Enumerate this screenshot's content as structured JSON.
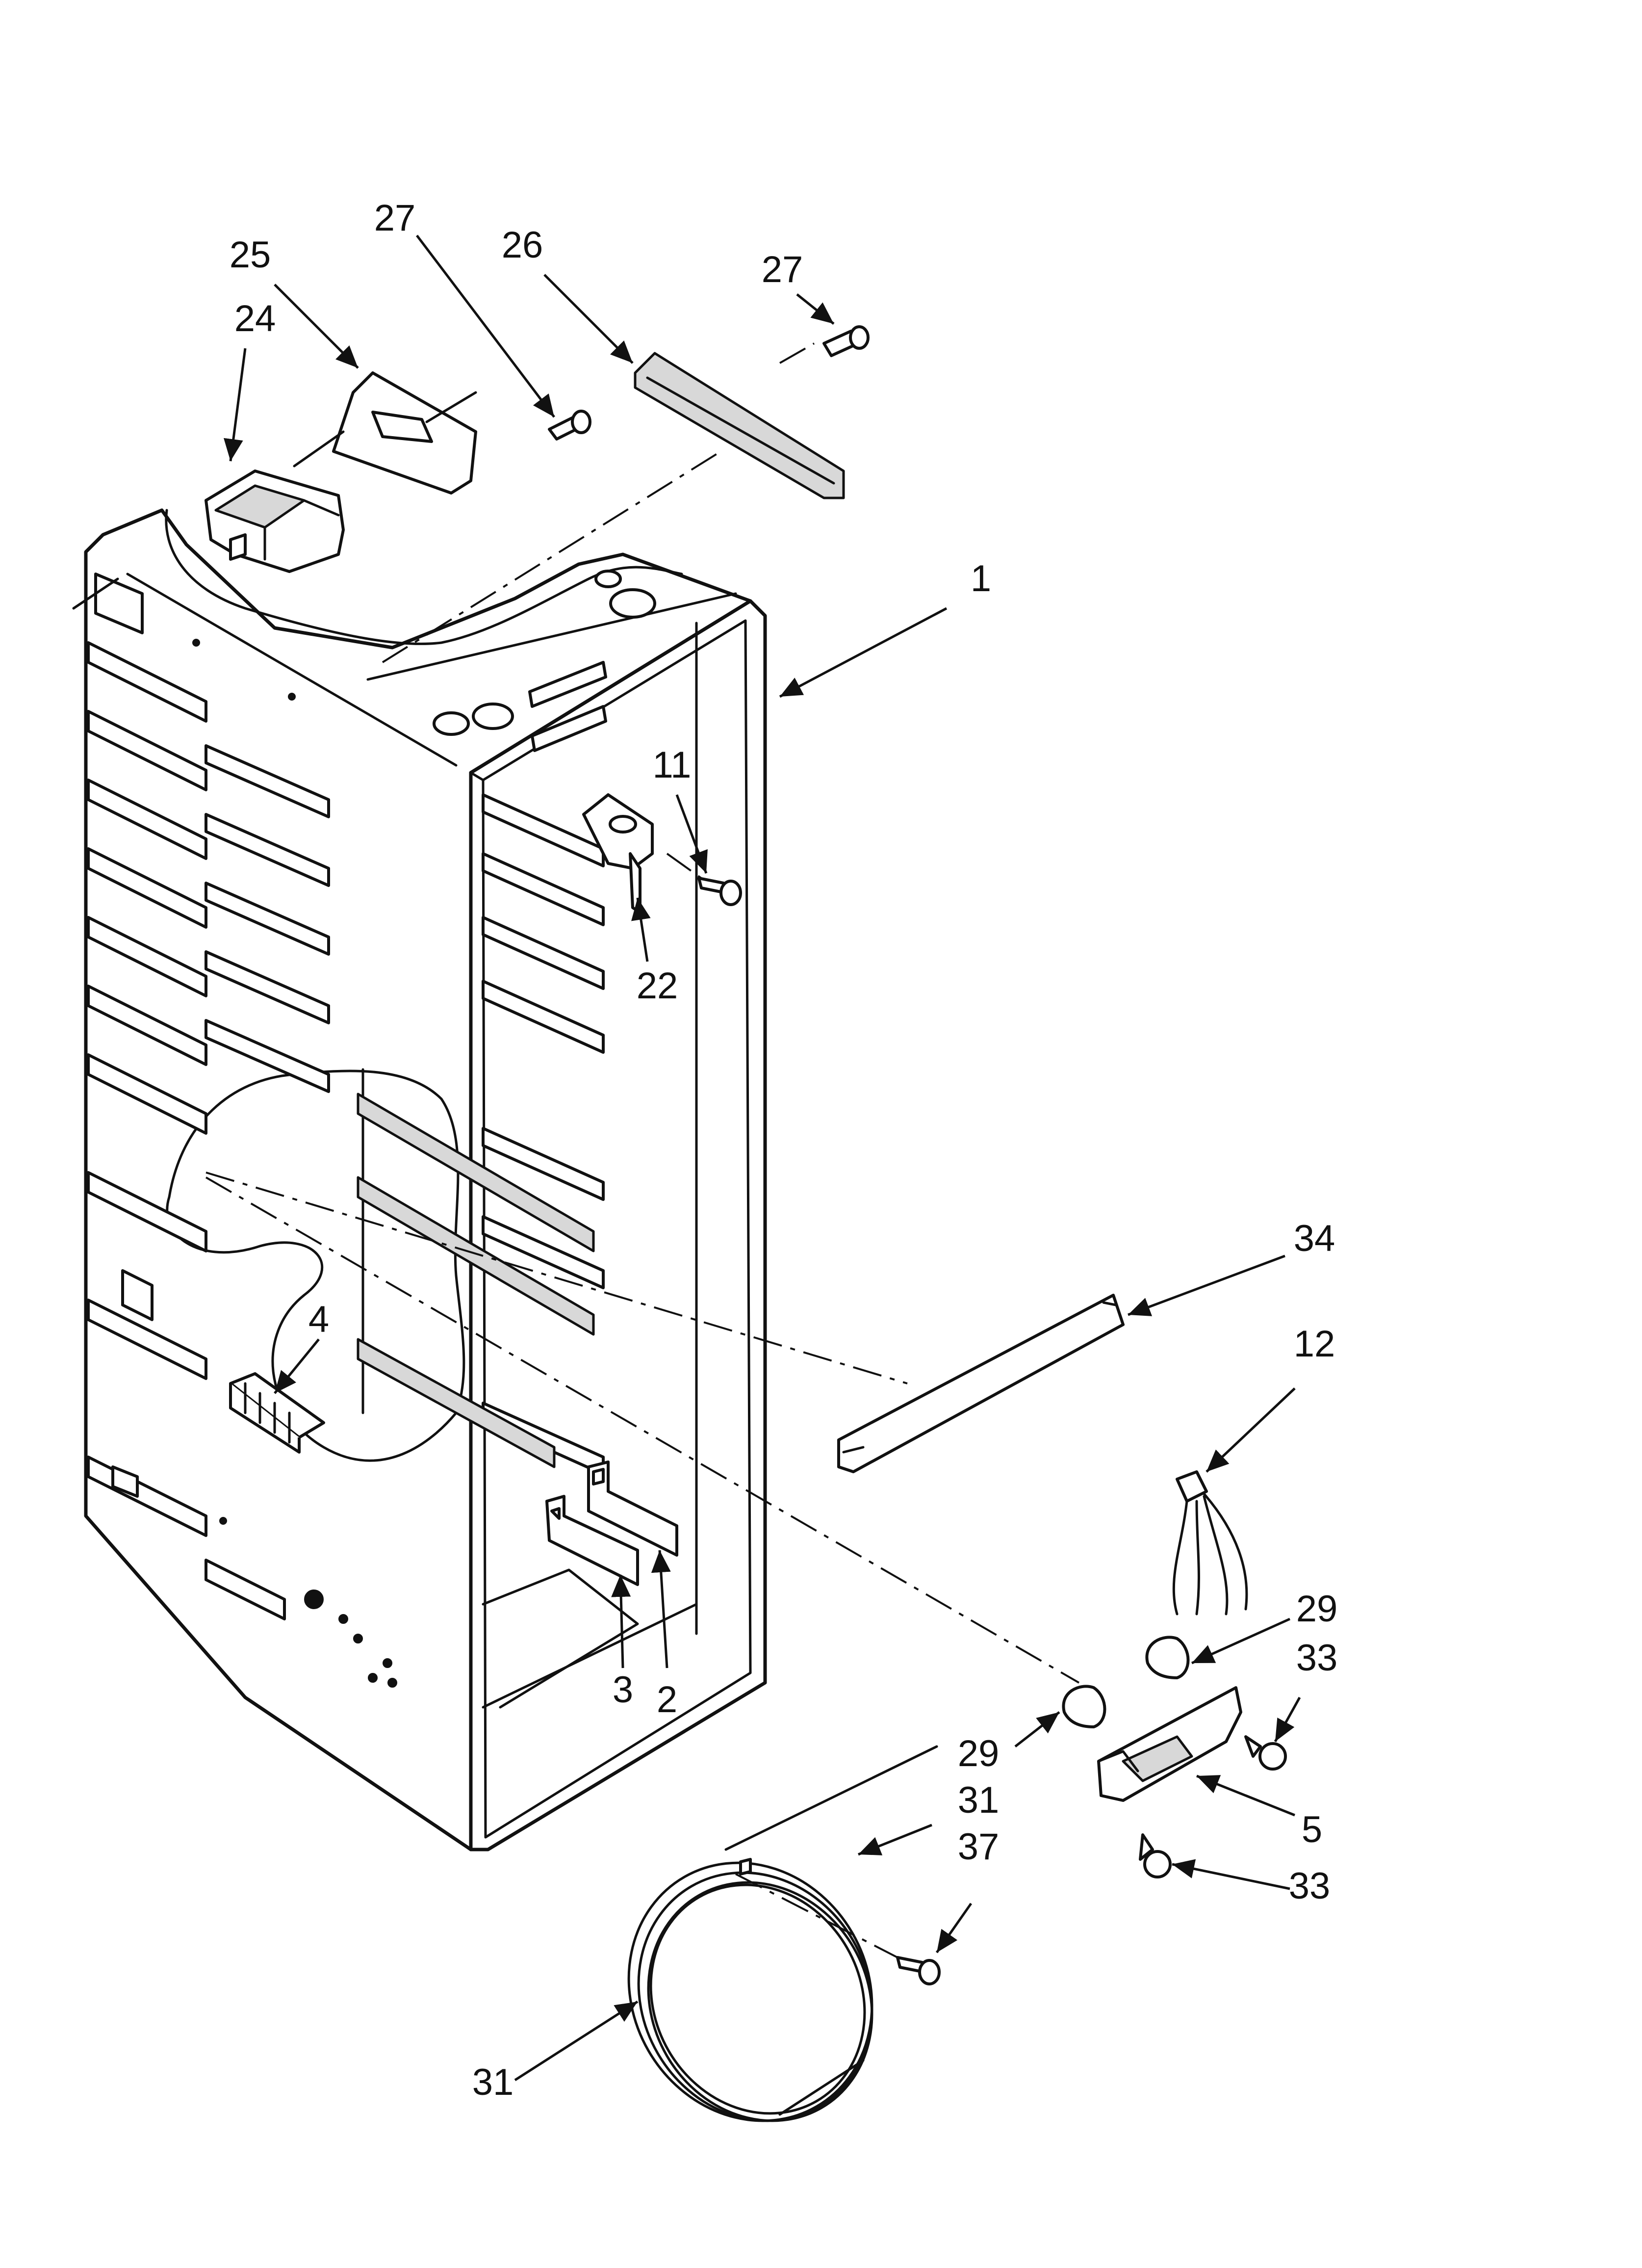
{
  "diagram": {
    "callouts": [
      {
        "id": "25",
        "label": "25"
      },
      {
        "id": "27a",
        "label": "27"
      },
      {
        "id": "26",
        "label": "26"
      },
      {
        "id": "27b",
        "label": "27"
      },
      {
        "id": "24",
        "label": "24"
      },
      {
        "id": "1",
        "label": "1"
      },
      {
        "id": "11",
        "label": "11"
      },
      {
        "id": "22",
        "label": "22"
      },
      {
        "id": "34",
        "label": "34"
      },
      {
        "id": "12",
        "label": "12"
      },
      {
        "id": "4",
        "label": "4"
      },
      {
        "id": "29a",
        "label": "29"
      },
      {
        "id": "33a",
        "label": "33"
      },
      {
        "id": "29b",
        "label": "29"
      },
      {
        "id": "31a",
        "label": "31"
      },
      {
        "id": "37",
        "label": "37"
      },
      {
        "id": "5",
        "label": "5"
      },
      {
        "id": "33b",
        "label": "33"
      },
      {
        "id": "3",
        "label": "3"
      },
      {
        "id": "2",
        "label": "2"
      },
      {
        "id": "31b",
        "label": "31"
      }
    ]
  }
}
